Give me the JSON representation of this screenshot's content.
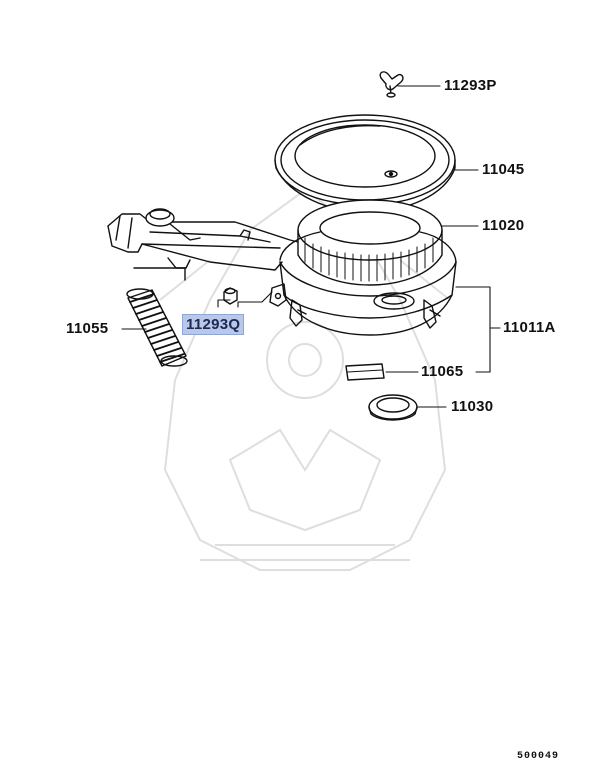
{
  "labels": {
    "p11293P": "11293P",
    "p11045": "11045",
    "p11020": "11020",
    "p11011A": "11011A",
    "p11055": "11055",
    "p11293Q": "11293Q",
    "p11065": "11065",
    "p11030": "11030"
  },
  "diagram_code": "500049",
  "colors": {
    "highlight": "#b9c8e8",
    "line": "#111111",
    "watermark": "#dcdcdc"
  }
}
